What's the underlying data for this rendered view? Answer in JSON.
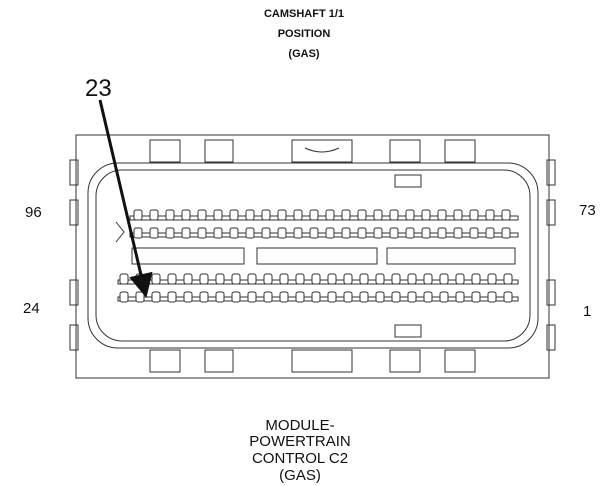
{
  "header": {
    "line1": "CAMSHAFT 1/1",
    "line2": "POSITION",
    "line3": "(GAS)"
  },
  "pin_labels": {
    "top_left": "96",
    "top_right": "73",
    "bottom_left": "24",
    "bottom_right": "1"
  },
  "callout": {
    "pin": "23"
  },
  "caption": {
    "line1": "MODULE-",
    "line2": "POWERTRAIN",
    "line3": "CONTROL C2",
    "line4": "(GAS)"
  },
  "colors": {
    "stroke": "#333333",
    "fill": "#ffffff"
  }
}
